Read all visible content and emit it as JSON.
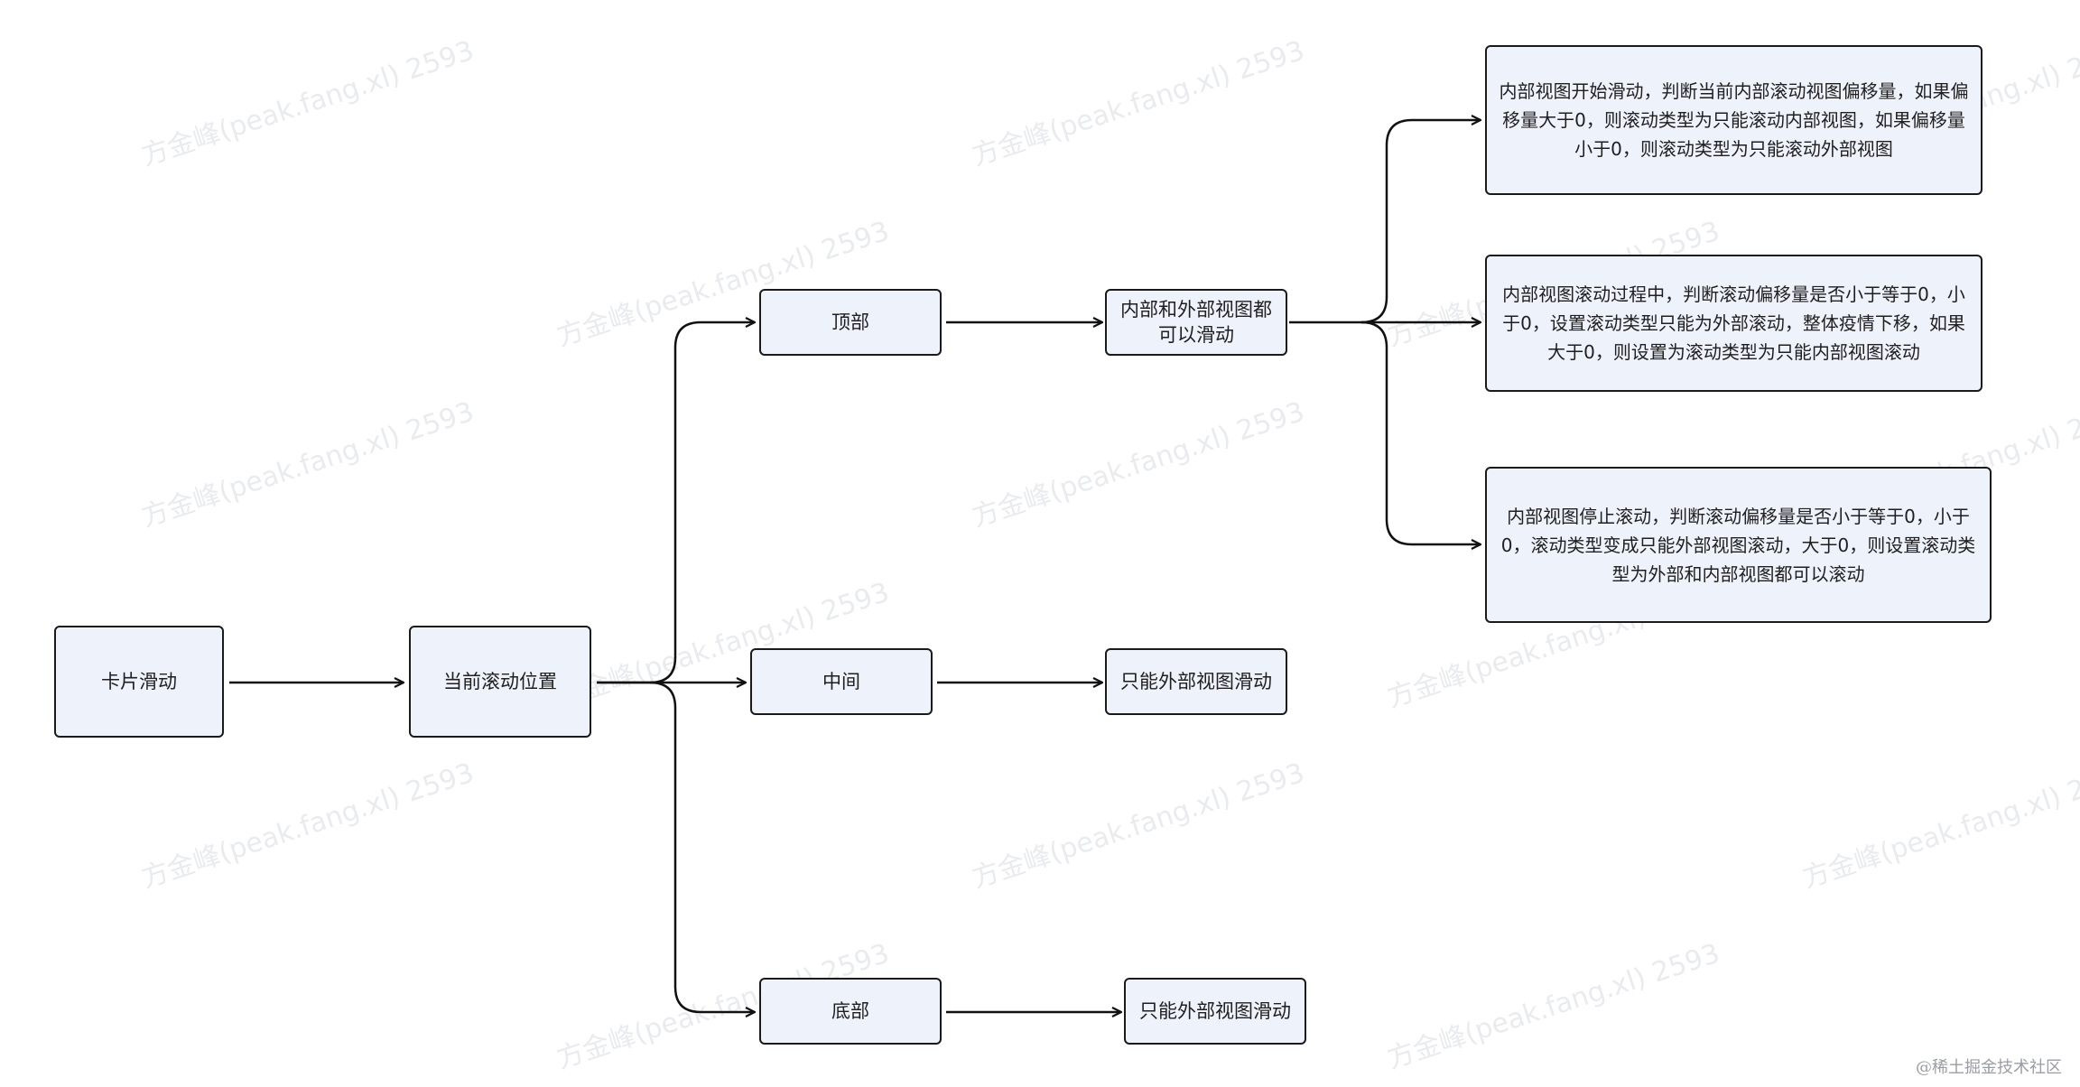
{
  "watermark_text": "方金峰(peak.fang.xl) 2593",
  "corner_mark": "@稀土掘金技术社区",
  "nodes": {
    "card_scroll": "卡片滑动",
    "current_position": "当前滚动位置",
    "top": "顶部",
    "middle": "中间",
    "bottom": "底部",
    "both_scroll": "内部和外部视图都可以滑动",
    "middle_outer_only": "只能外部视图滑动",
    "bottom_outer_only": "只能外部视图滑动",
    "inner_start": "内部视图开始滑动，判断当前内部滚动视图偏移量，如果偏移量大于0，则滚动类型为只能滚动内部视图，如果偏移量小于0，则滚动类型为只能滚动外部视图",
    "inner_scrolling": "内部视图滚动过程中，判断滚动偏移量是否小于等于0，小于0，设置滚动类型只能为外部滚动，整体疫情下移，如果大于0，则设置为滚动类型为只能内部视图滚动",
    "inner_stop": "内部视图停止滚动，判断滚动偏移量是否小于等于0，小于0，滚动类型变成只能外部视图滚动，大于0，则设置滚动类型为外部和内部视图都可以滚动"
  }
}
